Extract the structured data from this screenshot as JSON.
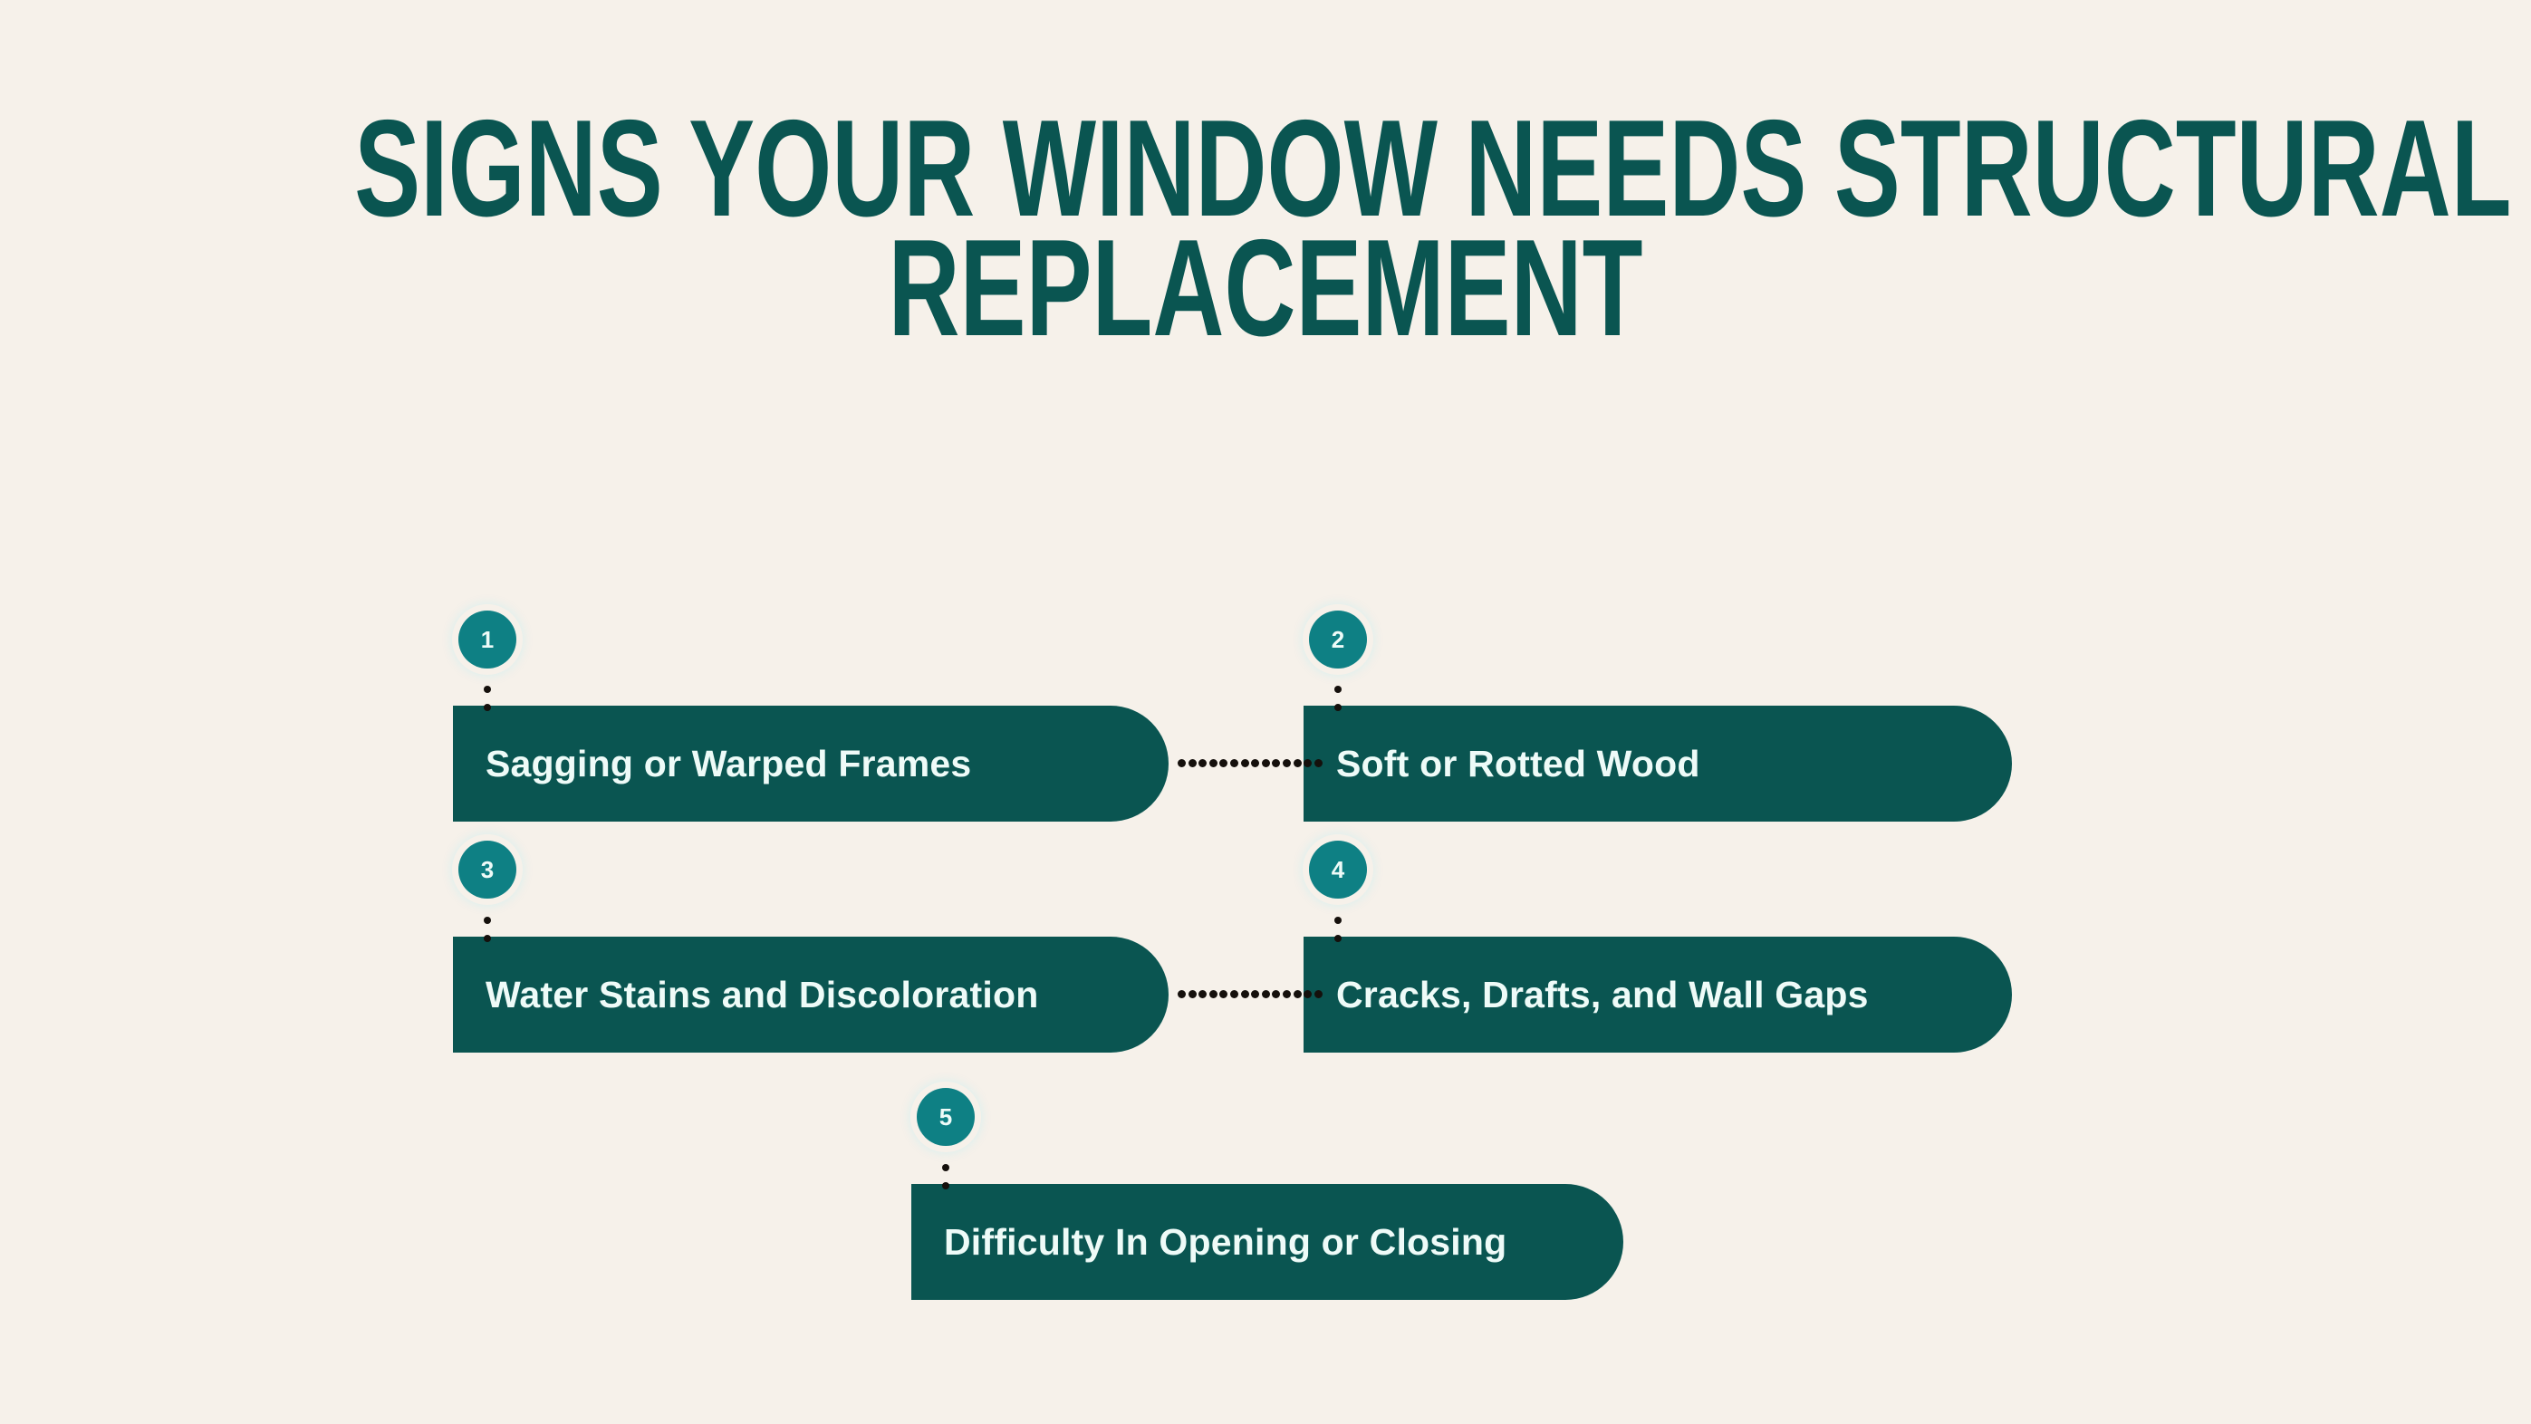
{
  "theme": {
    "background": "#f6f1ea",
    "dark_teal": "#0a5551",
    "badge_teal": "#0e8084",
    "pill_text": "#eefbf8",
    "dot_color": "#15100c"
  },
  "title": {
    "line1": "Signs Your Window Needs Structural",
    "line2": "Replacement",
    "full": "Signs Your Window Needs Structural Replacement"
  },
  "steps": [
    {
      "number": "1",
      "label": "Sagging or Warped Frames"
    },
    {
      "number": "2",
      "label": "Soft or Rotted Wood"
    },
    {
      "number": "3",
      "label": "Water Stains and Discoloration"
    },
    {
      "number": "4",
      "label": "Cracks, Drafts, and Wall Gaps"
    },
    {
      "number": "5",
      "label": "Difficulty In Opening or Closing"
    }
  ],
  "connectors": {
    "row1_dots": 14,
    "row2_dots": 14,
    "stem_dots": 2
  }
}
